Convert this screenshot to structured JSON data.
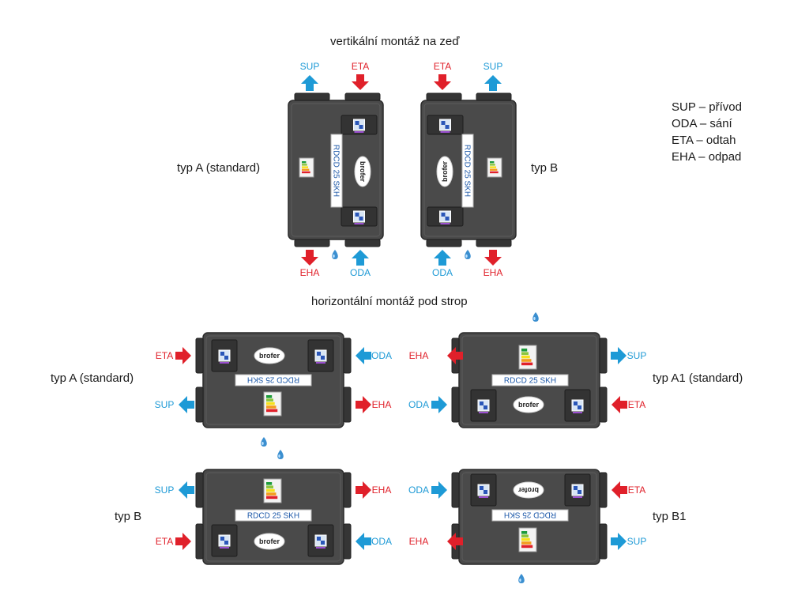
{
  "titles": {
    "vertical": "vertikální montáž na zeď",
    "horizontal": "horizontální montáž pod strop"
  },
  "legend": [
    "SUP – přívod",
    "ODA – sání",
    "ETA – odtah",
    "EHA – odpad"
  ],
  "type_labels": {
    "v_a": "typ A (standard)",
    "v_b": "typ B",
    "h_a": "typ A (standard)",
    "h_a1": "typ A1 (standard)",
    "h_b": "typ B",
    "h_b1": "typ B1"
  },
  "unit_model": "RDCD 25 SKH",
  "brand": "brofer",
  "ports": {
    "sup": "SUP",
    "oda": "ODA",
    "eta": "ETA",
    "eha": "EHA"
  },
  "colors": {
    "supply_blue": "#1e9ad6",
    "exhaust_red": "#e0202a",
    "unit_body": "#4a4a4a"
  }
}
